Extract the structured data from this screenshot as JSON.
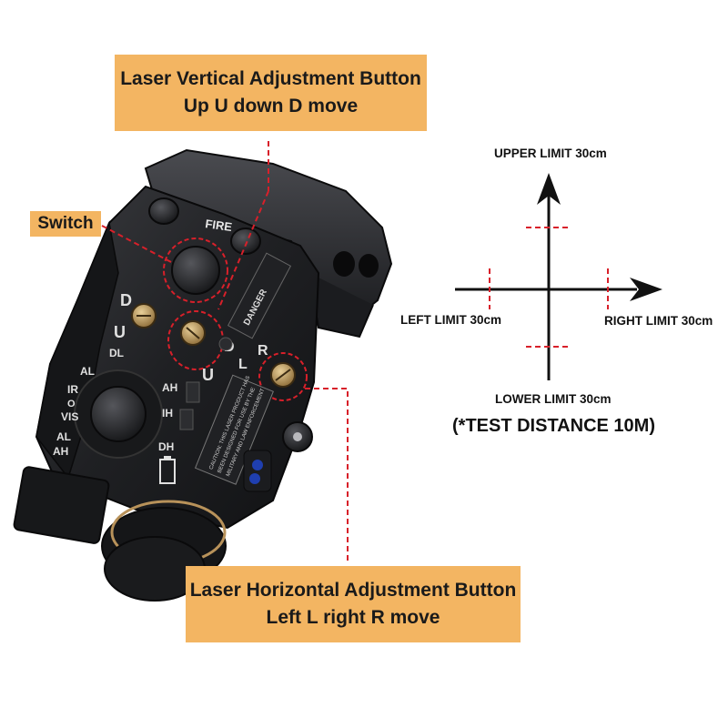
{
  "callouts": {
    "vertical": {
      "line1": "Laser Vertical Adjustment Button",
      "line2": "Up U down D move"
    },
    "horizontal": {
      "line1": "Laser Horizontal Adjustment Button",
      "line2": "Left L right R move"
    },
    "switch": "Switch"
  },
  "diagram": {
    "upper_limit": "UPPER LIMIT 30cm",
    "lower_limit": "LOWER LIMIT 30cm",
    "left_limit": "LEFT LIMIT 30cm",
    "right_limit": "RIGHT LIMIT 30cm",
    "test_distance": "(*TEST DISTANCE 10M)"
  },
  "device_markings": {
    "fire": "FIRE",
    "dl": "DL",
    "d": "D",
    "u": "U",
    "l": "L",
    "r": "R",
    "al": "AL",
    "ir": "IR",
    "o": "O",
    "vis": "VIS",
    "ah": "AH",
    "ih": "IH",
    "dh": "DH",
    "danger": "DANGER",
    "caution_label": "CAUTION: THIS LASER PRODUCT HAS BEEN DESIGNED FOR USE BY THE MILITARY AND LAW ENFORCEMENT ONLY"
  },
  "colors": {
    "callout_bg": "#f3b562",
    "device_body": "#1e1f22",
    "highlight_ring": "#d8202a",
    "brass": "#b8925a",
    "blue_knob": "#1f3fb0"
  },
  "icons": {
    "arrow_up": "arrow-up-icon",
    "arrow_right": "arrow-right-icon",
    "battery": "battery-icon"
  }
}
